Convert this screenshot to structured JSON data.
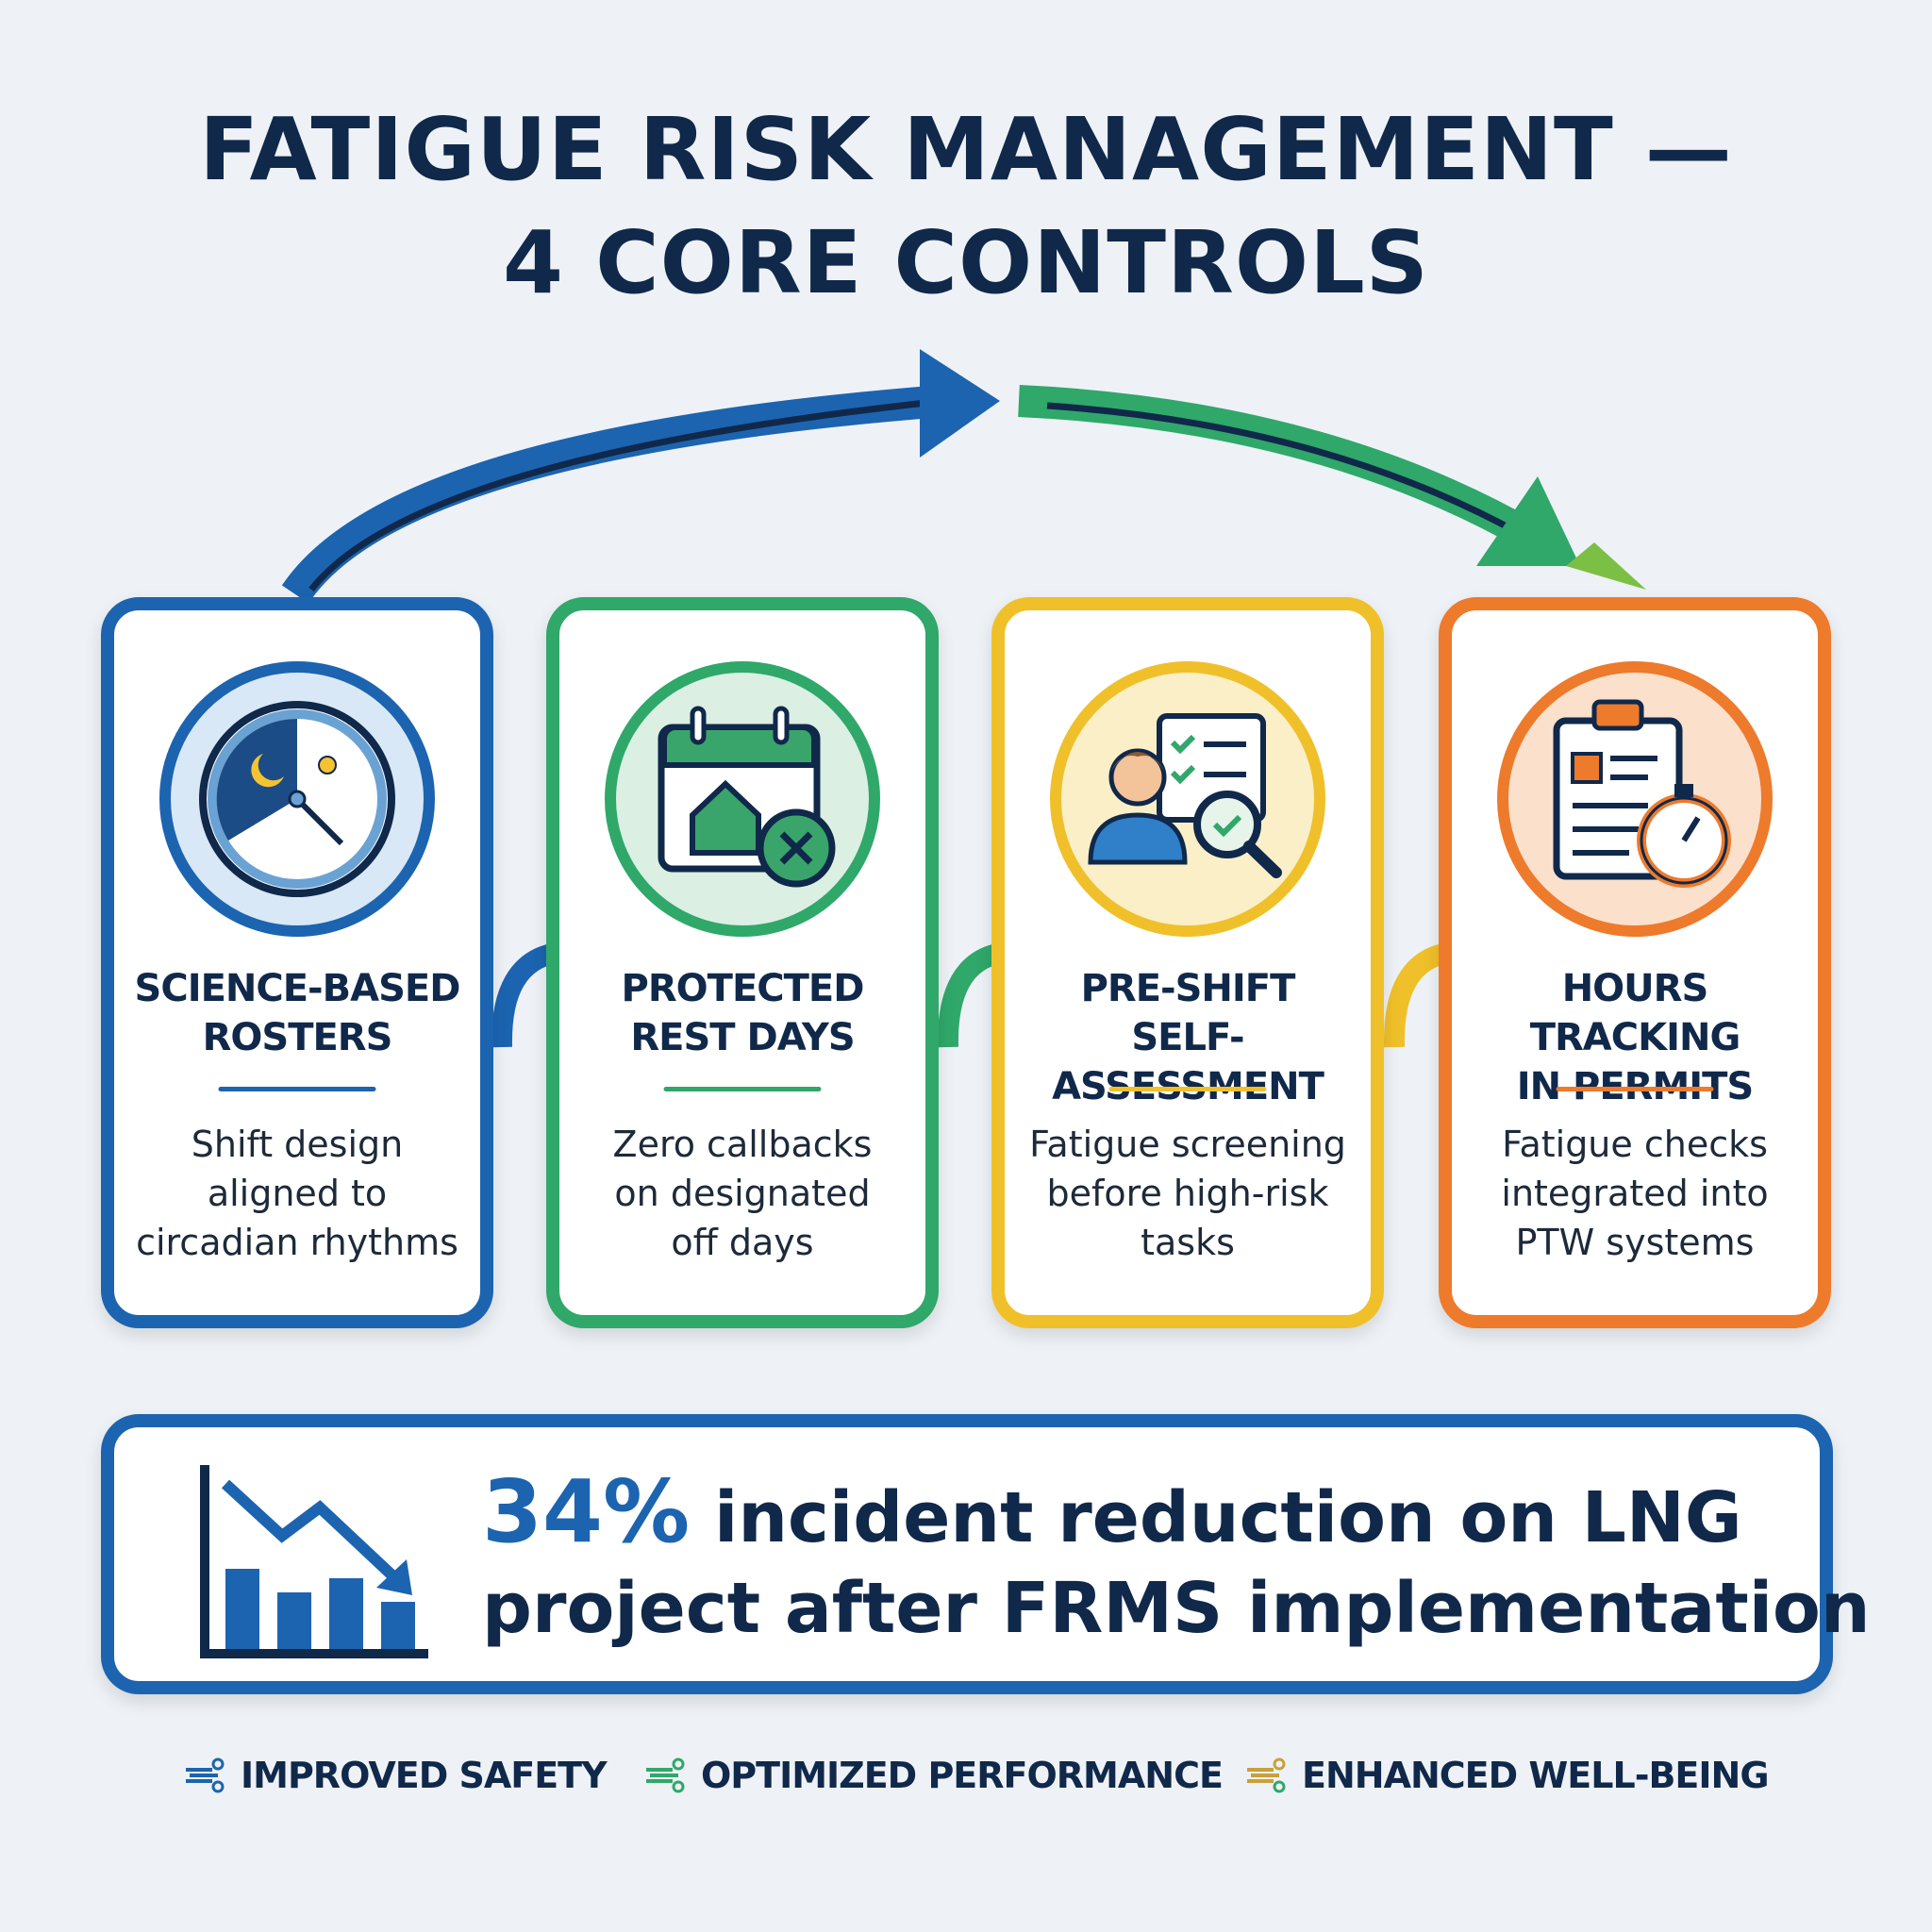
{
  "title": {
    "line1": "FATIGUE RISK MANAGEMENT —",
    "line2": "4 CORE CONTROLS"
  },
  "colors": {
    "blue": "#1c64b0",
    "green": "#2fa86a",
    "yellow": "#f0c02a",
    "orange": "#ee7a2c",
    "navy": "#10284a"
  },
  "cards": [
    {
      "icon": "clock-day-night-icon",
      "title1": "SCIENCE-BASED",
      "title2": "ROSTERS",
      "body1": "Shift design",
      "body2": "aligned to",
      "body3": "circadian rhythms"
    },
    {
      "icon": "calendar-home-cancel-icon",
      "title1": "PROTECTED",
      "title2": "REST DAYS",
      "body1": "Zero callbacks",
      "body2": "on designated",
      "body3": "off days"
    },
    {
      "icon": "person-checklist-magnifier-icon",
      "title1": "PRE-SHIFT",
      "title2": "SELF-ASSESSMENT",
      "body1": "Fatigue screening",
      "body2": "before high-risk",
      "body3": "tasks"
    },
    {
      "icon": "clipboard-stopwatch-icon",
      "title1": "HOURS TRACKING",
      "title2": "IN PERMITS",
      "body1": "Fatigue checks",
      "body2": "integrated into",
      "body3": "PTW systems"
    }
  ],
  "result": {
    "icon": "declining-bar-chart-icon",
    "percent": "34%",
    "line1_rest": " incident reduction on LNG",
    "line2": "project after FRMS implementation"
  },
  "footer": [
    {
      "label": "IMPROVED SAFETY"
    },
    {
      "label": "OPTIMIZED PERFORMANCE"
    },
    {
      "label": "ENHANCED WELL-BEING"
    }
  ]
}
